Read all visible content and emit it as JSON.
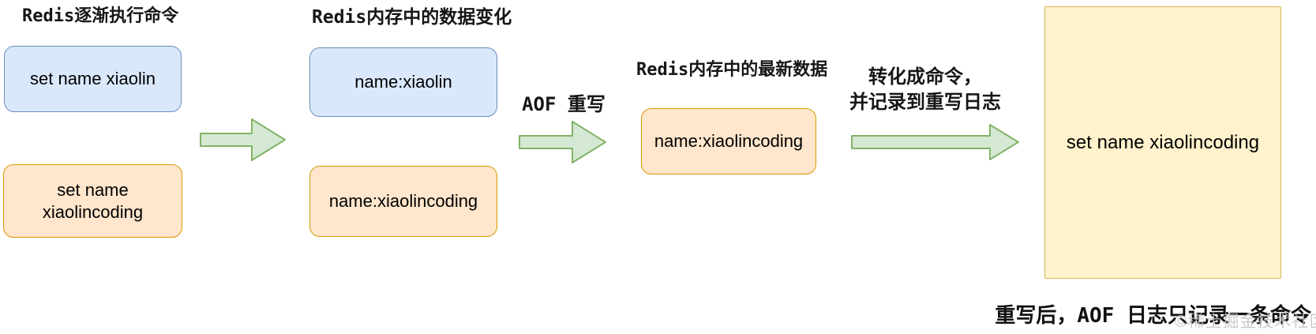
{
  "diagram": {
    "stage1": {
      "heading": "Redis逐渐执行命令",
      "command_box_1": "set name xiaolin",
      "command_box_2": "set name xiaolincoding"
    },
    "stage2": {
      "heading": "Redis内存中的数据变化",
      "data_box_1": "name:xiaolin",
      "data_box_2": "name:xiaolincoding"
    },
    "stage3": {
      "heading": "Redis内存中的最新数据",
      "data_box": "name:xiaolincoding"
    },
    "arrow2_label": "AOF 重写",
    "arrow3_label_line1": "转化成命令，",
    "arrow3_label_line2": "并记录到重写日志",
    "result_box": "set name xiaolincoding",
    "caption": "重写后，AOF 日志只记录一条命令",
    "watermark": "©稀土掘金技术社区"
  },
  "colors": {
    "box_blue_fill": "#dae8fc",
    "box_blue_border": "#6c8ebf",
    "box_orange_fill": "#ffe6cc",
    "box_orange_border": "#d79b00",
    "box_yellow_fill": "#fff2cc",
    "box_yellow_border": "#d6b656",
    "arrow_fill": "#d5e8d4",
    "arrow_stroke": "#82b366",
    "text": "#161616",
    "watermark_gray": "#c0c0c0"
  }
}
